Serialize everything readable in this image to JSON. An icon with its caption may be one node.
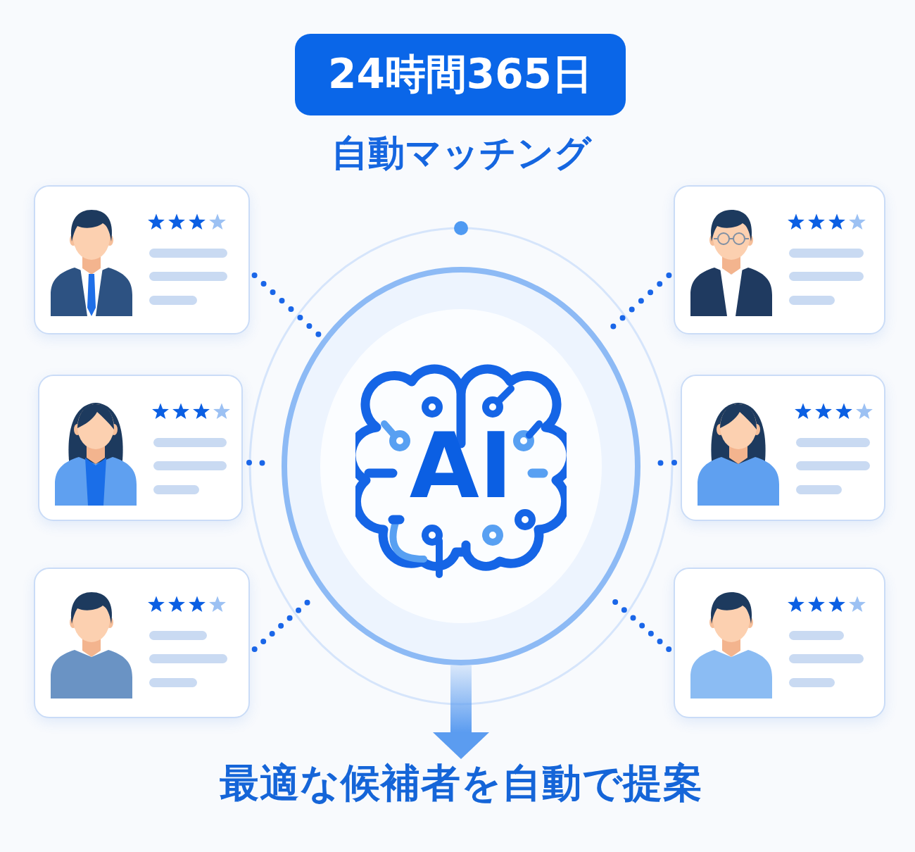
{
  "diagram": {
    "title": "24時間365日",
    "nodes": [
      {
        "text": [],
        "shape": "box"
      },
      {
        "text": [],
        "shape": "box"
      },
      {
        "text": [
          "AI"
        ]
      },
      {
        "text": [],
        "shape": "box"
      },
      {
        "text": [],
        "shape": "box"
      },
      {
        "text": [],
        "shape": "box"
      },
      {
        "text": [],
        "shape": "box"
      },
      {
        "text": [
          "最適な候補者を自動で提案"
        ]
      }
    ],
    "edges": [
      {
        "from": 0,
        "to": 2,
        "arrow": "none",
        "style": "dashed"
      },
      {
        "from": 1,
        "to": 2,
        "arrow": "none",
        "style": "dashed"
      },
      {
        "from": 3,
        "to": 2,
        "arrow": "none",
        "style": "dashed"
      },
      {
        "from": 4,
        "to": 2,
        "arrow": "none",
        "style": "dashed"
      },
      {
        "from": 5,
        "to": 2,
        "arrow": "none",
        "style": "dashed"
      },
      {
        "from": 6,
        "to": 2,
        "arrow": "none",
        "style": "dashed"
      },
      {
        "from": 2,
        "to": 7,
        "arrow": "to",
        "style": "thick",
        "color": "#5b9cf0"
      }
    ],
    "labels": [
      "自動マッチング"
    ]
  }
}
